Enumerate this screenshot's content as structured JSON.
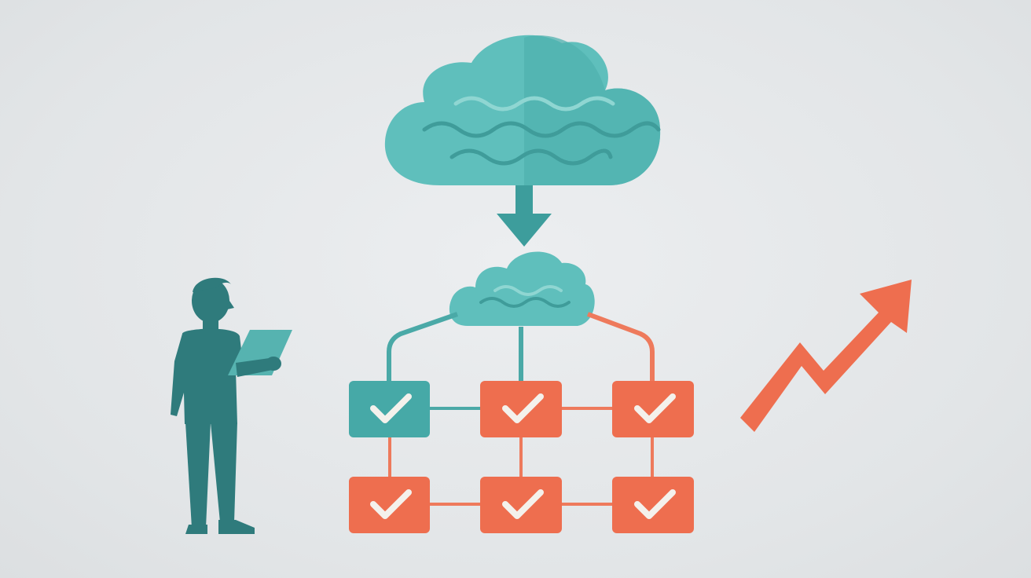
{
  "illustration": {
    "icons": {
      "big_cloud": "cloud-with-waves-icon",
      "arrow_down": "arrow-down-icon",
      "small_cloud": "cloud-with-waves-icon",
      "person": "person-with-tablet-icon",
      "trend_arrow": "trend-up-arrow-icon",
      "task_box": "checkmark-box-icon"
    },
    "colors": {
      "background": "#e3e6e8",
      "teal": "#5fbfbc",
      "teal_dark": "#2f7b7c",
      "teal_line": "#4aa9a7",
      "orange": "#ee6e4f",
      "orange_line": "#ee7a5c",
      "check": "#f4f1ec",
      "wave": "#3f9c9a"
    },
    "tasks": [
      {
        "row": 1,
        "col": 1,
        "status": "teal"
      },
      {
        "row": 1,
        "col": 2,
        "status": "orange"
      },
      {
        "row": 1,
        "col": 3,
        "status": "orange"
      },
      {
        "row": 2,
        "col": 1,
        "status": "orange"
      },
      {
        "row": 2,
        "col": 2,
        "status": "orange"
      },
      {
        "row": 2,
        "col": 3,
        "status": "orange"
      }
    ]
  }
}
